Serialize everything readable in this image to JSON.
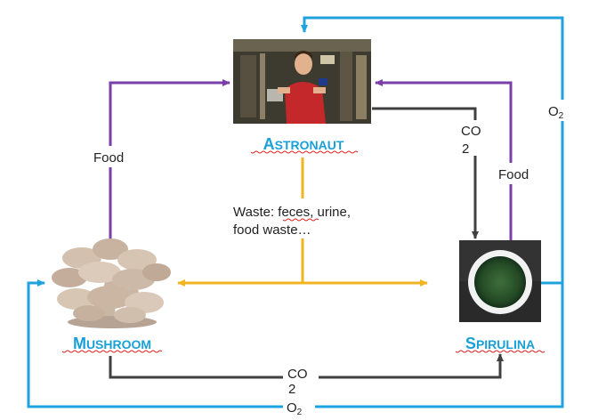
{
  "nodes": {
    "astronaut": {
      "title_big": "A",
      "title_rest": "STRONAUT"
    },
    "mushroom": {
      "title_big": "M",
      "title_rest": "USHROOM"
    },
    "spirulina": {
      "title_big": "S",
      "title_rest": "PIRULINA"
    }
  },
  "flows": {
    "food_left": "Food",
    "food_right": "Food",
    "co2_top": {
      "main": "CO",
      "sub": "2"
    },
    "co2_bottom": {
      "main": "CO",
      "sub": "2"
    },
    "o2_right": {
      "main": "O",
      "sub": "2"
    },
    "o2_bottom": {
      "main": "O",
      "sub": "2"
    },
    "waste_line1": "Waste: feces, urine,",
    "waste_line2": "food waste…"
  },
  "colors": {
    "food": "#7a3fa8",
    "co2": "#404040",
    "o2": "#1fa3de",
    "waste": "#f2b320",
    "title": "#1aa0d8"
  }
}
